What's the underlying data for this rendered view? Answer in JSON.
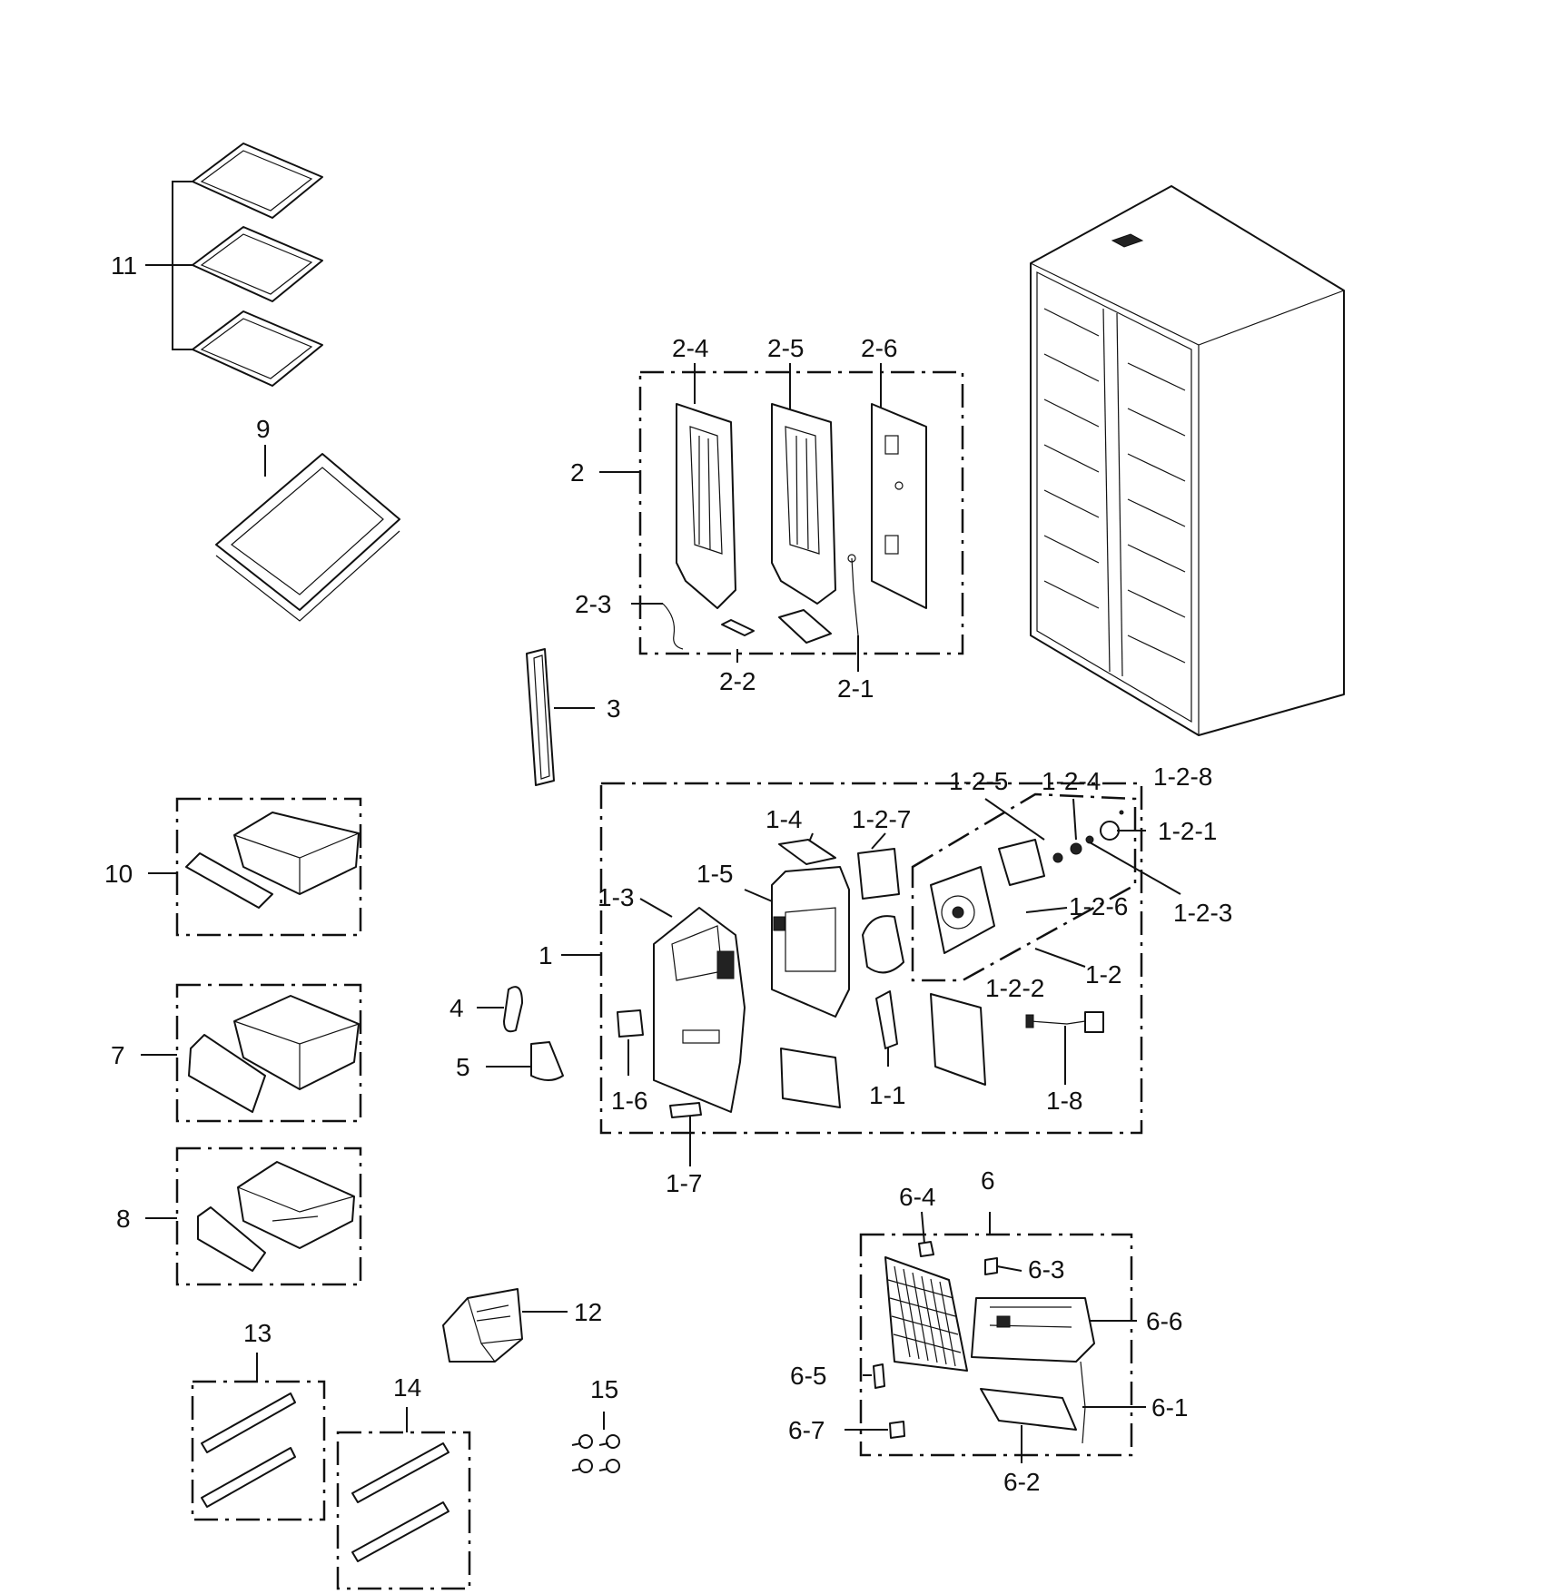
{
  "diagram": {
    "labels": {
      "l11": "11",
      "l9": "9",
      "l10": "10",
      "l7": "7",
      "l8": "8",
      "l2": "2",
      "l2_1": "2-1",
      "l2_2": "2-2",
      "l2_3": "2-3",
      "l2_4": "2-4",
      "l2_5": "2-5",
      "l2_6": "2-6",
      "l3": "3",
      "l4": "4",
      "l5": "5",
      "l1": "1",
      "l1_1": "1-1",
      "l1_2": "1-2",
      "l1_3": "1-3",
      "l1_4": "1-4",
      "l1_5": "1-5",
      "l1_6": "1-6",
      "l1_7": "1-7",
      "l1_8": "1-8",
      "l1_2_1": "1-2-1",
      "l1_2_2": "1-2-2",
      "l1_2_3": "1-2-3",
      "l1_2_4": "1-2-4",
      "l1_2_5": "1-2-5",
      "l1_2_6": "1-2-6",
      "l1_2_7": "1-2-7",
      "l1_2_8": "1-2-8",
      "l6": "6",
      "l6_1": "6-1",
      "l6_2": "6-2",
      "l6_3": "6-3",
      "l6_4": "6-4",
      "l6_5": "6-5",
      "l6_6": "6-6",
      "l6_7": "6-7",
      "l12": "12",
      "l13": "13",
      "l14": "14",
      "l15": "15"
    }
  }
}
